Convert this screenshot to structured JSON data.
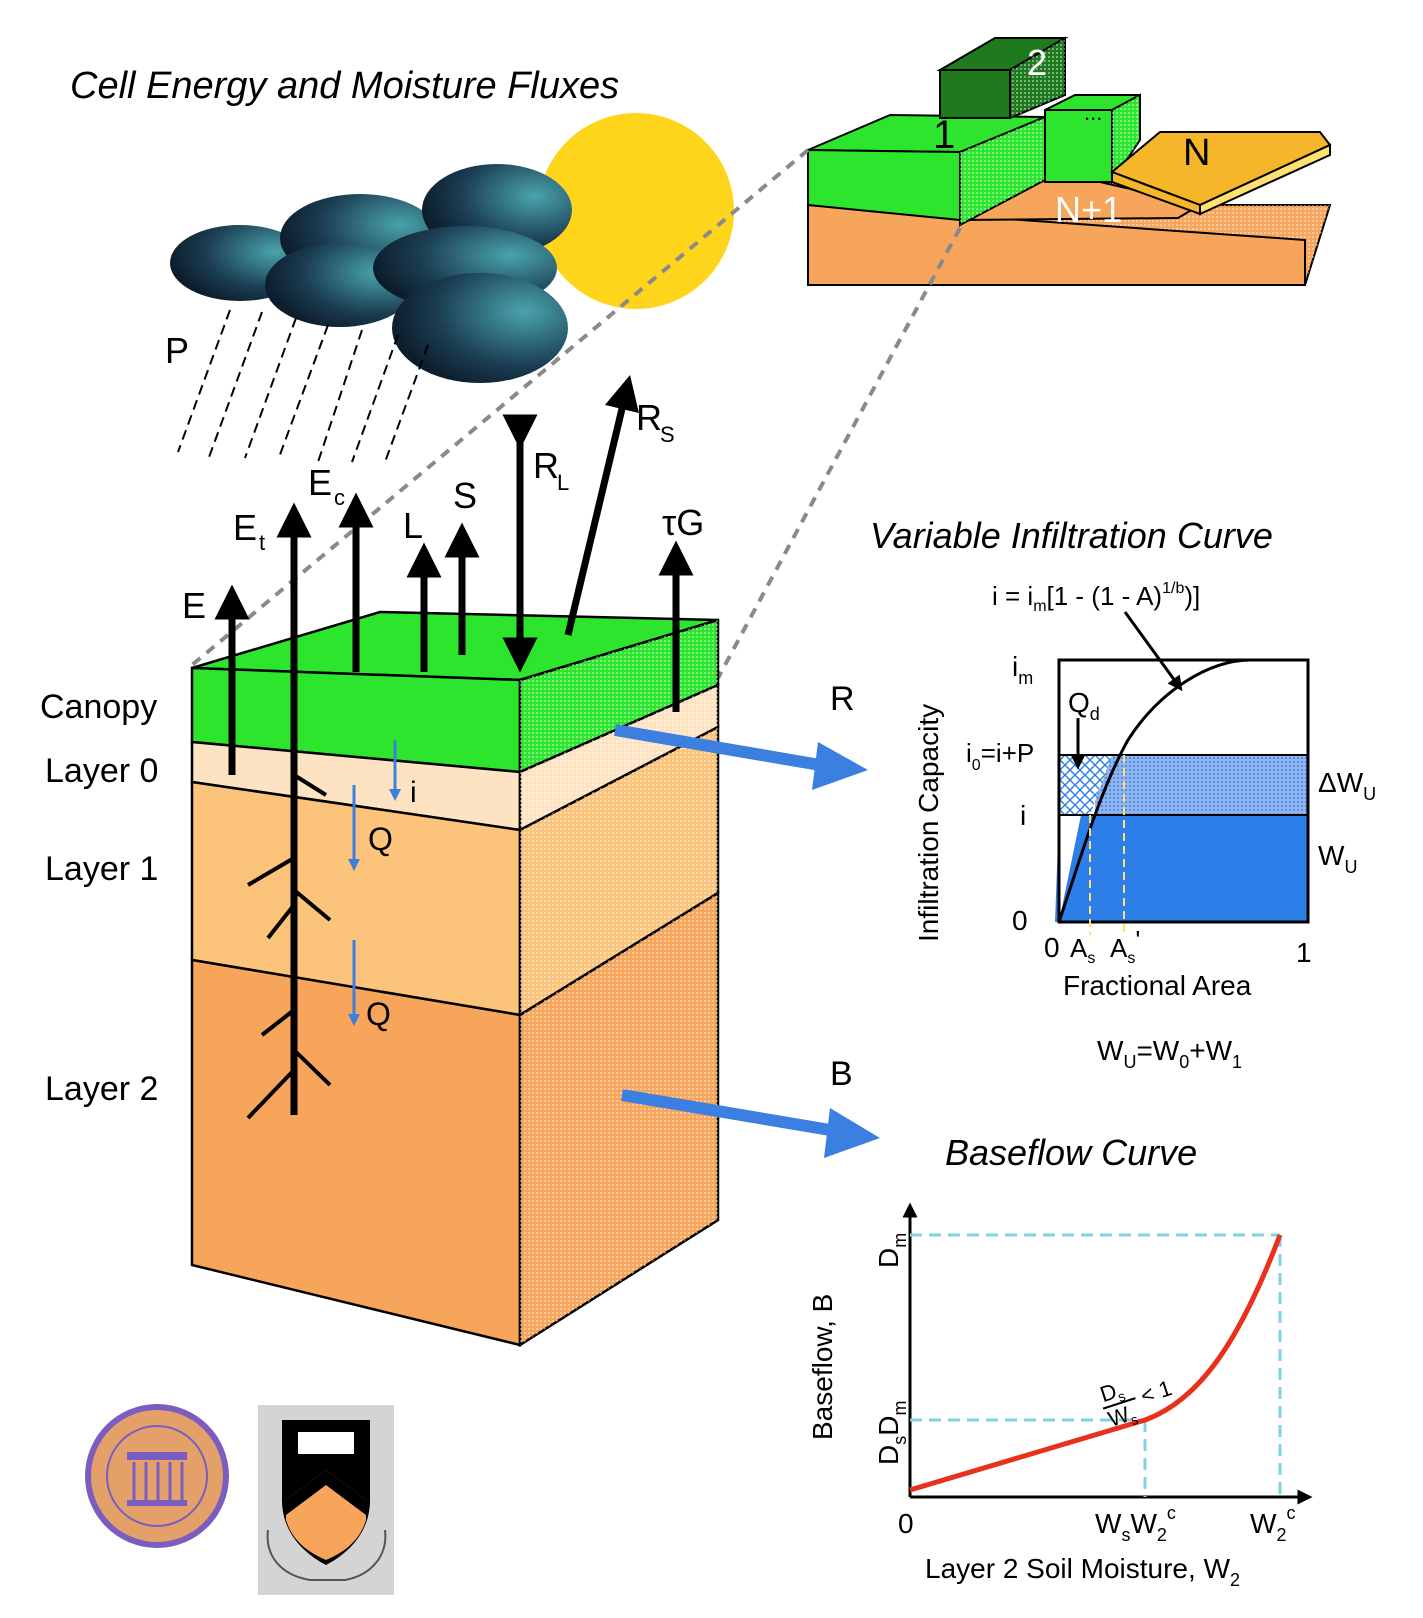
{
  "titles": {
    "main": "Cell Energy and Moisture Fluxes",
    "infiltration": "Variable Infiltration Curve",
    "baseflow": "Baseflow Curve"
  },
  "grid_tiles": {
    "tile_1": "1",
    "tile_2": "2",
    "tile_dots": "...",
    "tile_n": "N",
    "tile_n1": "N+1"
  },
  "fluxes": {
    "precip": "P",
    "e": "E",
    "et": "E",
    "et_sub": "t",
    "ec": "E",
    "ec_sub": "c",
    "l": "L",
    "s": "S",
    "rl": "R",
    "rl_sub": "L",
    "rs": "R",
    "rs_sub": "S",
    "tg": "τG",
    "infil": "i",
    "q1": "Q",
    "q2": "Q",
    "runoff": "R",
    "baseflow": "B"
  },
  "layers": {
    "canopy": "Canopy",
    "layer0": "Layer 0",
    "layer1": "Layer 1",
    "layer2": "Layer 2"
  },
  "infiltration_chart": {
    "equation": {
      "p1": "i = i",
      "sub_m": "m",
      "p2": "[1 - (1 - A)",
      "sup": "1/b",
      "p3": ")]"
    },
    "ylabel": "Infiltration Capacity",
    "xlabel": "Fractional Area",
    "y_tick_im": "i",
    "y_tick_im_sub": "m",
    "y_tick_i0": "i",
    "y_tick_i0_sub": "0",
    "y_tick_i0_rest": "=i+P",
    "y_tick_i": "i",
    "y_tick_0": "0",
    "x_tick_0": "0",
    "x_tick_as": "A",
    "x_tick_as_sub": "s",
    "x_tick_as2": "A",
    "x_tick_as2_sub": "s",
    "x_tick_as2_prime": "'",
    "x_tick_1": "1",
    "qd": "Q",
    "qd_sub": "d",
    "dwu": "ΔW",
    "dwu_sub": "U",
    "wu": "W",
    "wu_sub": "U",
    "sum_wu": "W",
    "sum_wu_sub": "U",
    "sum_eq": "=W",
    "sum_w0_sub": "0",
    "sum_plus": "+W",
    "sum_w1_sub": "1"
  },
  "baseflow_chart": {
    "ylabel": "Baseflow, B",
    "xlabel_main": "Layer 2 Soil Moisture, W",
    "xlabel_sub": "2",
    "y_tick_dm": "D",
    "y_tick_dm_sub": "m",
    "y_tick_dsdm_a": "D",
    "y_tick_dsdm_s": "s",
    "y_tick_dsdm_b": "D",
    "y_tick_dsdm_m": "m",
    "x_tick_0": "0",
    "x_tick_ws_a": "W",
    "x_tick_ws_s": "s",
    "x_tick_ws_b": "W",
    "x_tick_ws_2": "2",
    "x_tick_ws_c": "c",
    "x_tick_w2c_a": "W",
    "x_tick_w2c_2": "2",
    "x_tick_w2c_c": "c",
    "ratio_num": "D",
    "ratio_num_sub": "s",
    "ratio_den": "W",
    "ratio_den_sub": "s",
    "ratio_rest": "< 1"
  },
  "colors": {
    "canopy": "#2ee52e",
    "layer0": "#fde3c1",
    "layer1": "#fbc47a",
    "layer2": "#f7a55b",
    "sun": "#ffd51c",
    "flow_arrow": "#3b7fe0",
    "water": "#2c7ee8",
    "baseflow_line": "#e8301c",
    "dashed_guide": "#7fd3e6",
    "tile_dark": "#1f7a1f",
    "tile_n": "#f6b62a"
  },
  "icons": {
    "seal": "university-seal-icon",
    "shield": "princeton-shield-icon"
  }
}
